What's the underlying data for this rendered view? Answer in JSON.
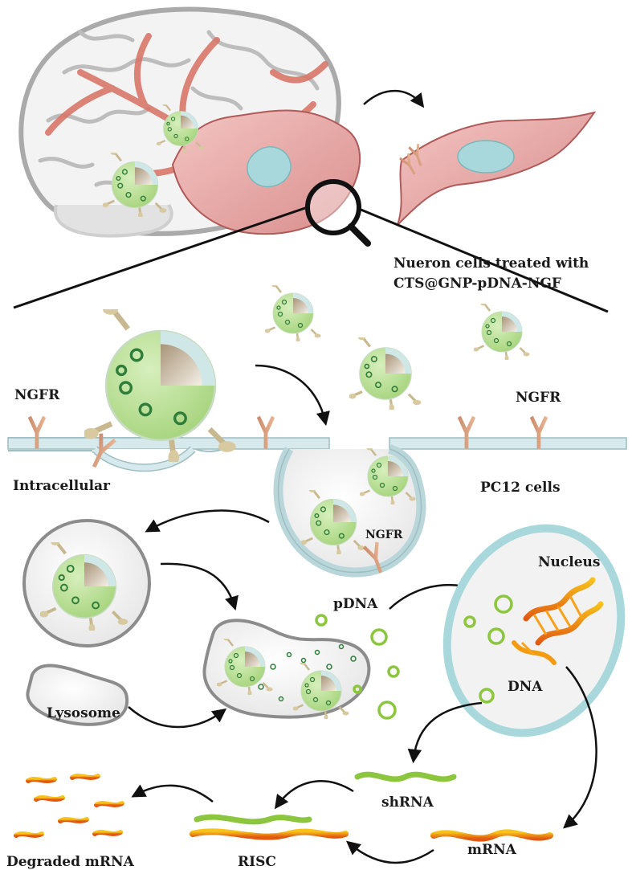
{
  "labels": {
    "treated_line1": "Nueron cells treated with",
    "treated_line2": "CTS@GNP-pDNA-NGF",
    "ngfr_left": "NGFR",
    "ngfr_right": "NGFR",
    "ngfr_vesicle": "NGFR",
    "intracellular": "Intracellular",
    "pc12": "PC12 cells",
    "nucleus": "Nucleus",
    "pdna": "pDNA",
    "dna": "DNA",
    "lysosome": "Lysosome",
    "shrna": "shRNA",
    "mrna": "mRNA",
    "risc": "RISC",
    "degraded": "Degraded mRNA"
  },
  "colors": {
    "nanoparticle": "#b8dc94",
    "nanoparticle_ring": "#2f7d3a",
    "cell_pink": "#e8a2a0",
    "nucleus_blue": "#a9d8dc",
    "membrane": "#cfe4e7",
    "vessel": "#d9776a",
    "receptor": "#d99c7a",
    "shrna_green": "#8cc63f",
    "mrna_orange": "#f0a020"
  },
  "icons": [
    "brain-icon",
    "neuron-cell-icon",
    "magnifier-icon",
    "nanoparticle-icon",
    "receptor-icon",
    "dna-helix-icon"
  ]
}
